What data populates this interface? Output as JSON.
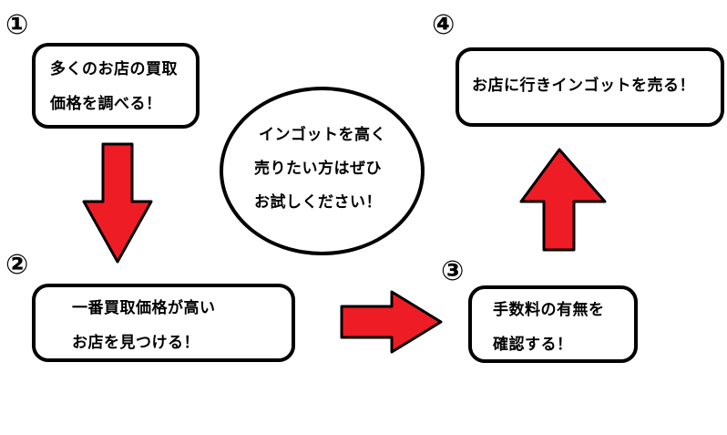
{
  "colors": {
    "arrow_fill": "#ee1c24",
    "stroke": "#000000",
    "background": "#ffffff"
  },
  "steps": [
    {
      "number": "①",
      "lines": [
        "多くのお店の買取",
        "価格を調べる！"
      ]
    },
    {
      "number": "②",
      "lines": [
        "一番買取価格が高い",
        "お店を見つける！"
      ]
    },
    {
      "number": "③",
      "lines": [
        "手数料の有無を",
        "確認する！"
      ]
    },
    {
      "number": "④",
      "lines": [
        "お店に行きインゴットを売る！"
      ]
    }
  ],
  "center_note": {
    "lines": [
      "インゴットを高く",
      "売りたい方はぜひ",
      "お試しください！"
    ]
  }
}
